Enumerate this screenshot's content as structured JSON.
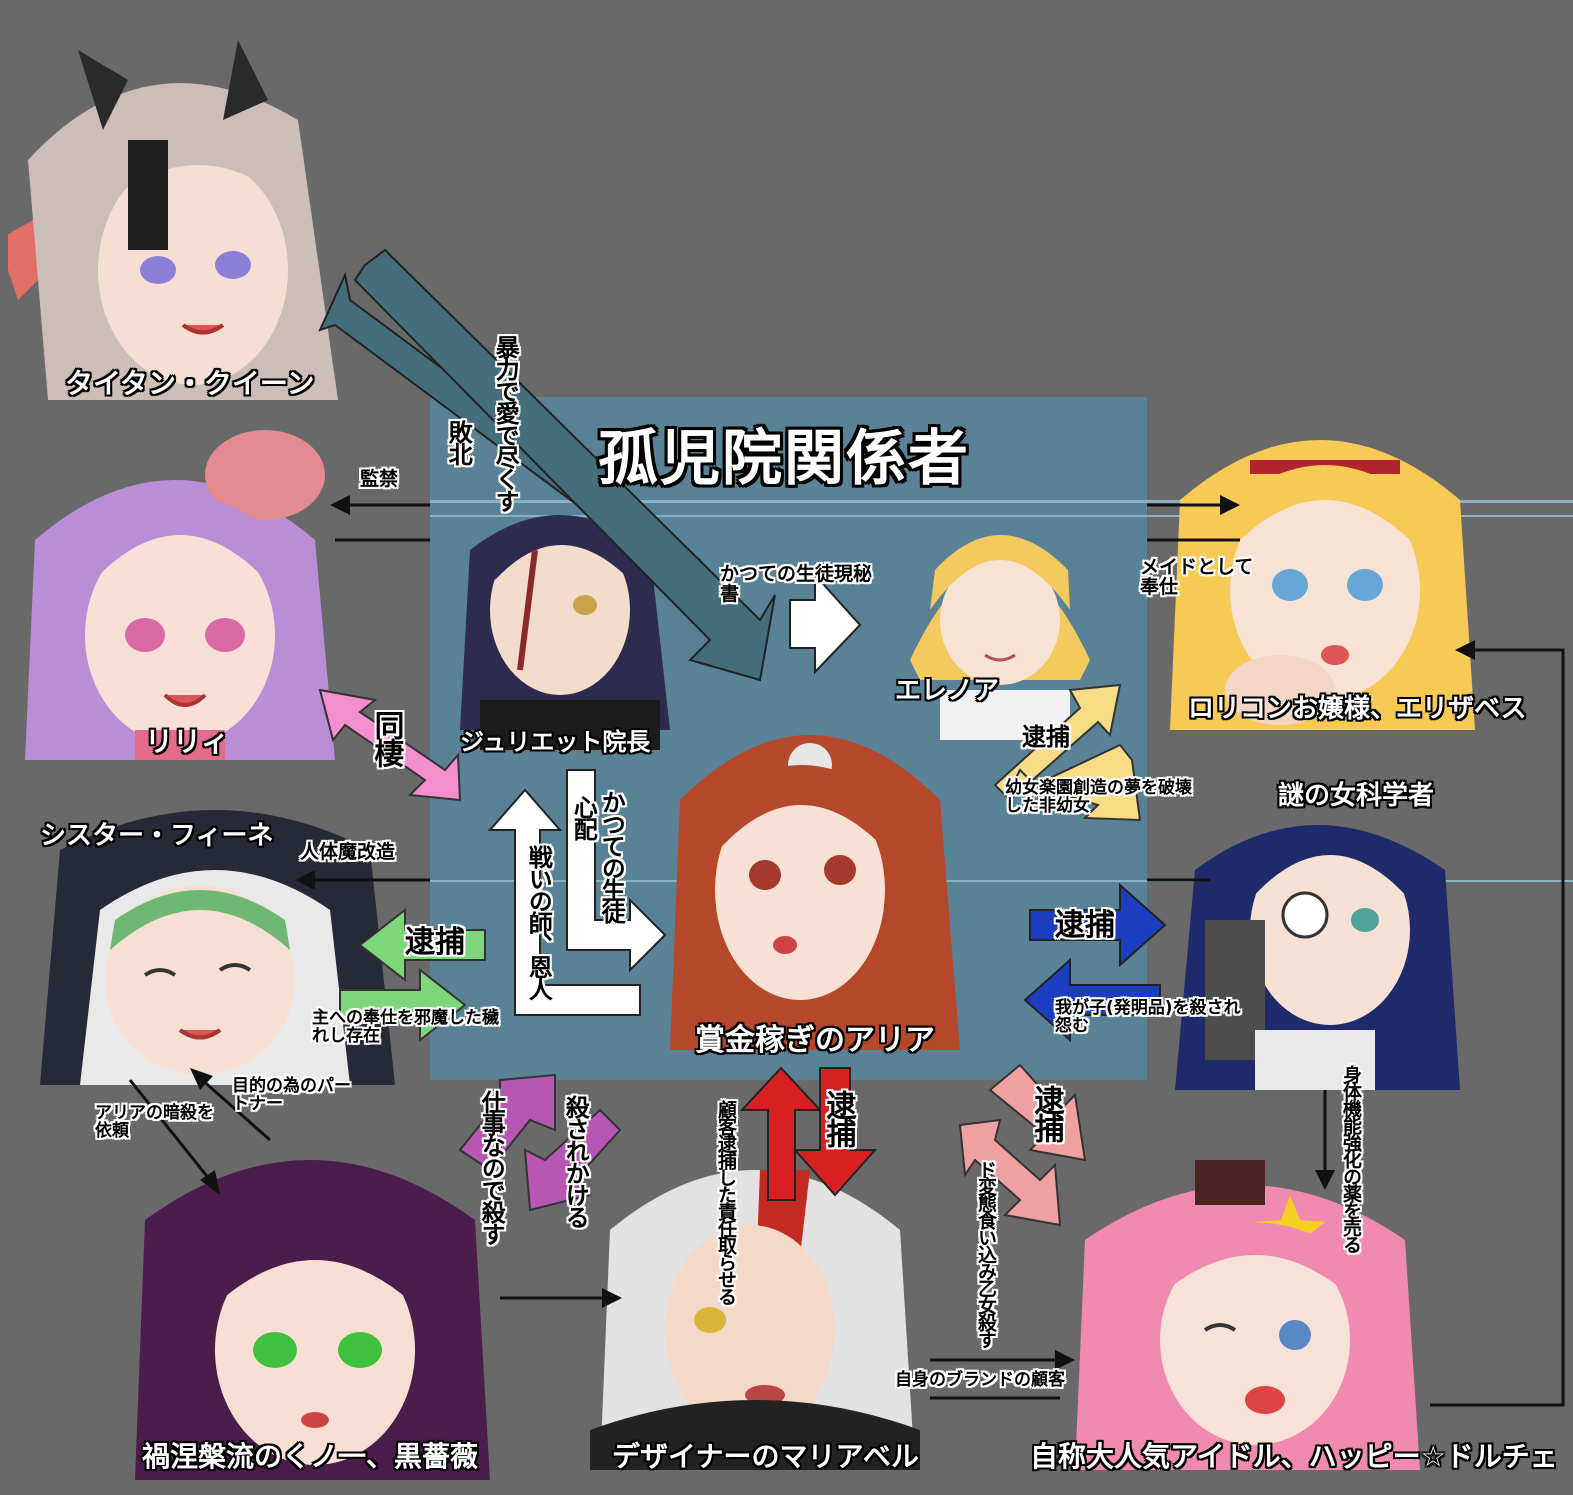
{
  "title": "孤児院関係者",
  "characters": {
    "titan_queen": "タイタン・クイーン",
    "lily": "リリィ",
    "juliet": "ジュリエット院長",
    "eleanor": "エレノア",
    "elizabeth": "ロリコンお嬢様、エリザベス",
    "sister_fine": "シスター・フィーネ",
    "aria": "賞金稼ぎのアリア",
    "scientist": "謎の女科学者",
    "kurobara": "禍涅槃流のくノ一、黒薔薇",
    "mariabell": "デザイナーのマリアベル",
    "dolce": "自称大人気アイドル、ハッピー☆ドルチェ"
  },
  "relations": {
    "boryoku": "暴力で愛で尽くす",
    "haiboku": "敗北",
    "kankin": "監禁",
    "kyoudou": "同棲",
    "maid": "メイドとして奉仕",
    "former_student_top": "かつての生徒現秘書",
    "taiho_eleanor": "逮捕",
    "youjo": "幼女楽園創造の夢を破壊した非幼女",
    "shinpai": "心配",
    "katsute_seito": "かつての生徒",
    "tatakai": "戦いの師、恩人",
    "jintai": "人体魔改造",
    "taiho_fine": "逮捕",
    "shu": "主への奉仕を邪魔した穢れし存在",
    "taiho_scientist": "逮捕",
    "wagako": "我が子(発明品)を殺され怨む",
    "mokuteki": "目的の為のパートナー",
    "ansatsu": "アリアの暗殺を依頼",
    "shigoto": "仕事なので殺す",
    "korosare": "殺されかける",
    "kokyaku": "顧客逮捕した責任取らせる",
    "taiho_maria": "逮捕",
    "taiho_dolce": "逮捕",
    "dohentai": "ド変態食い込み乙女殺す",
    "shintai": "身体機能強化の薬を売る",
    "brand": "自身のブランドの顧客"
  },
  "colors": {
    "background": "#696969",
    "panel": "#5a8296",
    "teal_arrow": "#456e7c",
    "pink_arrow": "#f48fcf",
    "green_arrow": "#7ed67a",
    "yellow_arrow": "#f5dc85",
    "blue_arrow": "#1b3ec0",
    "purple_arrow": "#b856b3",
    "red_arrow": "#d92020",
    "salmon_arrow": "#f0a0a0"
  }
}
